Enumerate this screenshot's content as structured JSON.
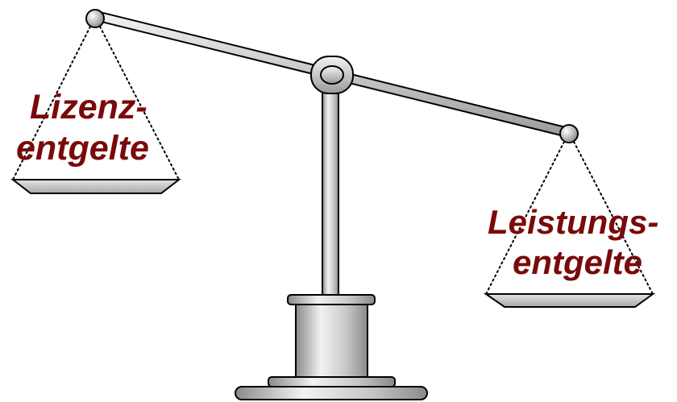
{
  "left_pan": {
    "label_line1": "Lizenz-",
    "label_line2": "entgelte"
  },
  "right_pan": {
    "label_line1": "Leistungs-",
    "label_line2": "entgelte"
  },
  "colors": {
    "label": "#7a0a0a",
    "metal_light": "#f2f2f2",
    "metal_mid": "#c8c8c8",
    "metal_dark": "#8a8a8a",
    "outline": "#000000"
  }
}
